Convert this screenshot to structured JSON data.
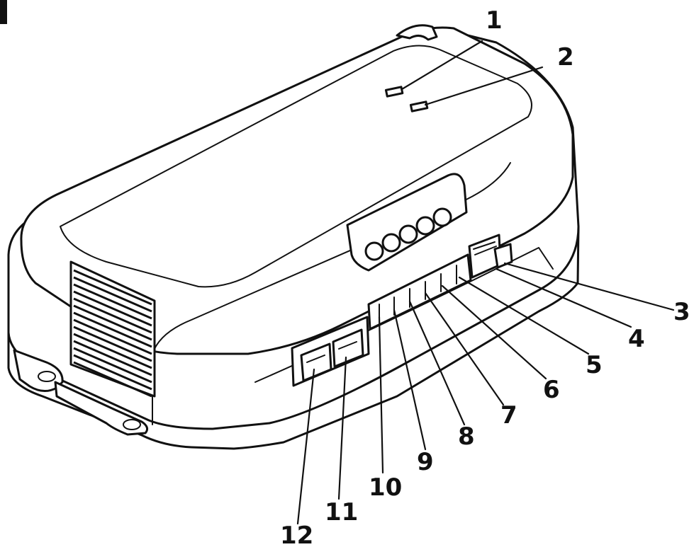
{
  "corner_marker": "",
  "callouts": [
    {
      "id": "1",
      "label": "1"
    },
    {
      "id": "2",
      "label": "2"
    },
    {
      "id": "3",
      "label": "3"
    },
    {
      "id": "4",
      "label": "4"
    },
    {
      "id": "5",
      "label": "5"
    },
    {
      "id": "6",
      "label": "6"
    },
    {
      "id": "7",
      "label": "7"
    },
    {
      "id": "8",
      "label": "8"
    },
    {
      "id": "9",
      "label": "9"
    },
    {
      "id": "10",
      "label": "10"
    },
    {
      "id": "11",
      "label": "11"
    },
    {
      "id": "12",
      "label": "12"
    }
  ]
}
